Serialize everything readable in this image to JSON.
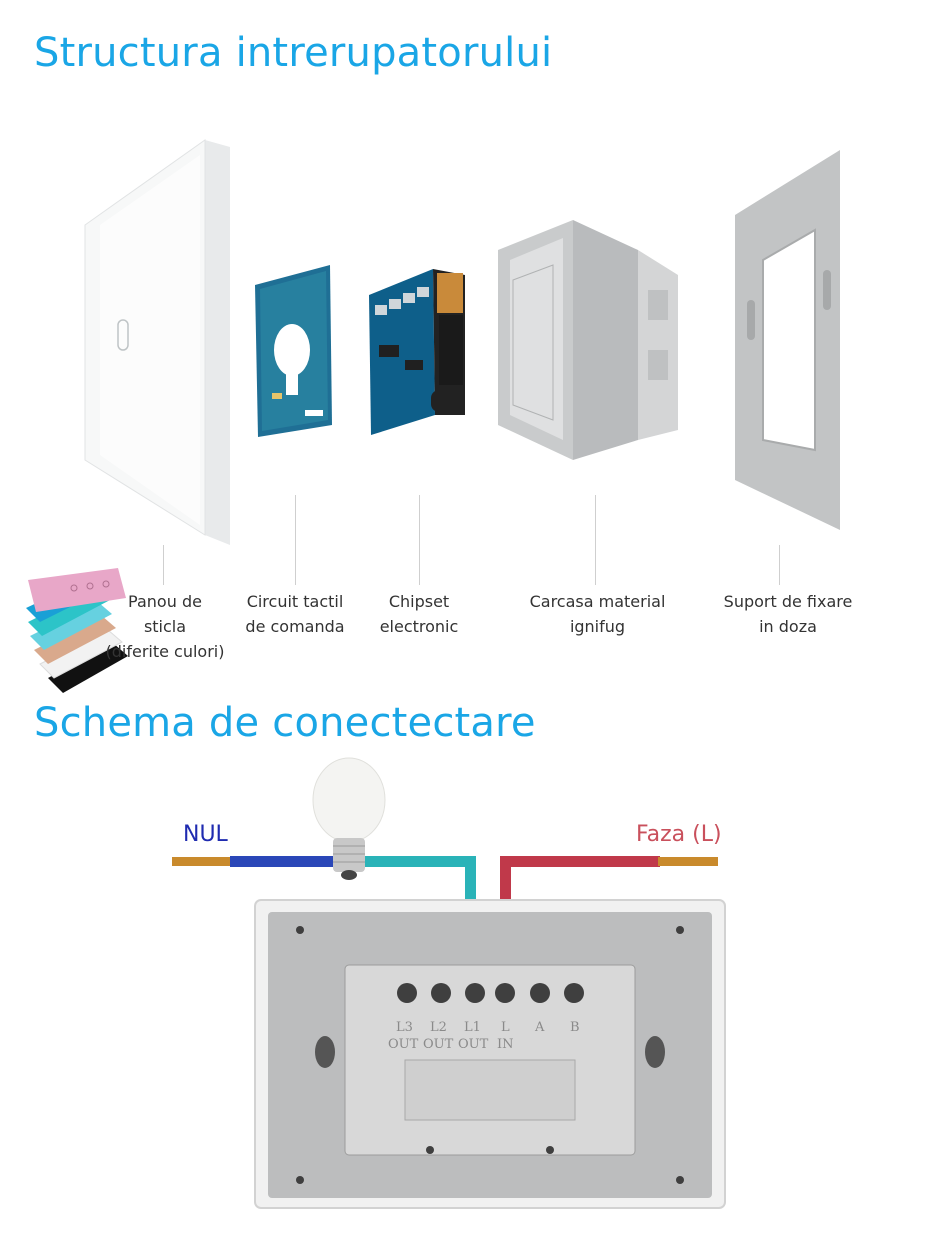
{
  "headings": {
    "structure": "Structura intrerupatorului",
    "wiring": "Schema de conectectare"
  },
  "components": [
    {
      "id": "panel",
      "lines": [
        "Panou de",
        "sticla",
        "(diferite culori)"
      ]
    },
    {
      "id": "circuit",
      "lines": [
        "Circuit tactil",
        "de comanda"
      ]
    },
    {
      "id": "chipset",
      "lines": [
        "Chipset",
        "electronic"
      ]
    },
    {
      "id": "housing",
      "lines": [
        "Carcasa material",
        "ignifug"
      ]
    },
    {
      "id": "support",
      "lines": [
        "Suport de fixare",
        "in doza"
      ]
    }
  ],
  "wiring": {
    "neutral_label": "NUL",
    "phase_label": "Faza (L)",
    "terminals": [
      "L3",
      "L2",
      "L1",
      "L",
      "A",
      "B"
    ],
    "terminal_types": [
      "OUT",
      "OUT",
      "OUT",
      "IN"
    ]
  },
  "colors": {
    "heading": "#1aa6e6",
    "neutral_wire": "#2a47b8",
    "load_wire": "#2ab3b8",
    "phase_wire": "#c0394a",
    "neutral_text": "#1f2bb0",
    "phase_text": "#c9505c"
  },
  "panel_color_swatches": [
    "#e8a7c8",
    "#1aa0d6",
    "#2cc4c8",
    "#66d1e0",
    "#d9a98c",
    "#f2f2f2",
    "#111111"
  ]
}
